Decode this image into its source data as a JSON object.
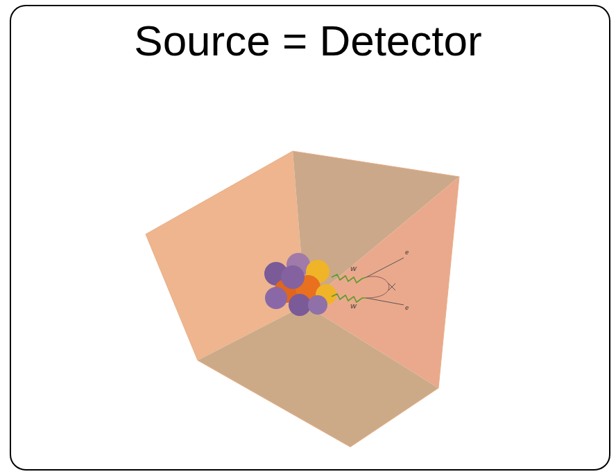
{
  "diagram": {
    "title": "Source = Detector",
    "labels": [
      "e",
      "W",
      "W",
      "e"
    ]
  }
}
